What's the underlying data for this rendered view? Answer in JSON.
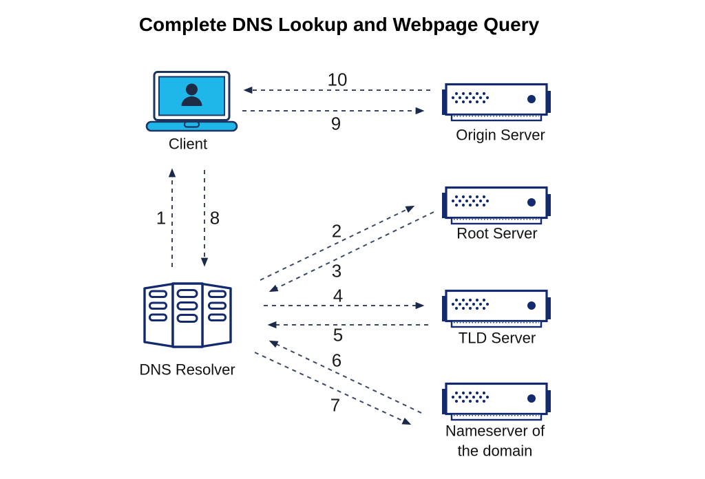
{
  "title": "Complete DNS Lookup and Webpage Query",
  "diagram": {
    "nodes": {
      "client": {
        "label": "Client",
        "icon": "laptop-user-icon"
      },
      "dns_resolver": {
        "label": "DNS Resolver",
        "icon": "server-rack-icon"
      },
      "origin_server": {
        "label": "Origin Server",
        "icon": "server-unit-icon"
      },
      "root_server": {
        "label": "Root Server",
        "icon": "server-unit-icon"
      },
      "tld_server": {
        "label": "TLD Server",
        "icon": "server-unit-icon"
      },
      "nameserver": {
        "label_line1": "Nameserver of",
        "label_line2": "the domain",
        "icon": "server-unit-icon"
      }
    },
    "edges": [
      {
        "label": "1",
        "from": "dns_resolver",
        "to": "client",
        "style": "dashed"
      },
      {
        "label": "2",
        "from": "dns_resolver",
        "to": "root_server",
        "style": "dashed"
      },
      {
        "label": "3",
        "from": "root_server",
        "to": "dns_resolver",
        "style": "dashed"
      },
      {
        "label": "4",
        "from": "dns_resolver",
        "to": "tld_server",
        "style": "dashed"
      },
      {
        "label": "5",
        "from": "tld_server",
        "to": "dns_resolver",
        "style": "dashed"
      },
      {
        "label": "6",
        "from": "nameserver",
        "to": "dns_resolver",
        "style": "dashed"
      },
      {
        "label": "7",
        "from": "dns_resolver",
        "to": "nameserver",
        "style": "dashed"
      },
      {
        "label": "8",
        "from": "client",
        "to": "dns_resolver",
        "style": "dashed"
      },
      {
        "label": "9",
        "from": "client",
        "to": "origin_server",
        "style": "dashed"
      },
      {
        "label": "10",
        "from": "origin_server",
        "to": "client",
        "style": "dashed"
      }
    ],
    "colors": {
      "accent_cyan": "#1fb6ea",
      "icon_navy": "#132a6e",
      "laptop_navy": "#1d3461",
      "person_navy": "#1d2b45",
      "arrow_slate": "#3c4763",
      "text_black": "#1a1a1a",
      "background": "#ffffff"
    }
  }
}
